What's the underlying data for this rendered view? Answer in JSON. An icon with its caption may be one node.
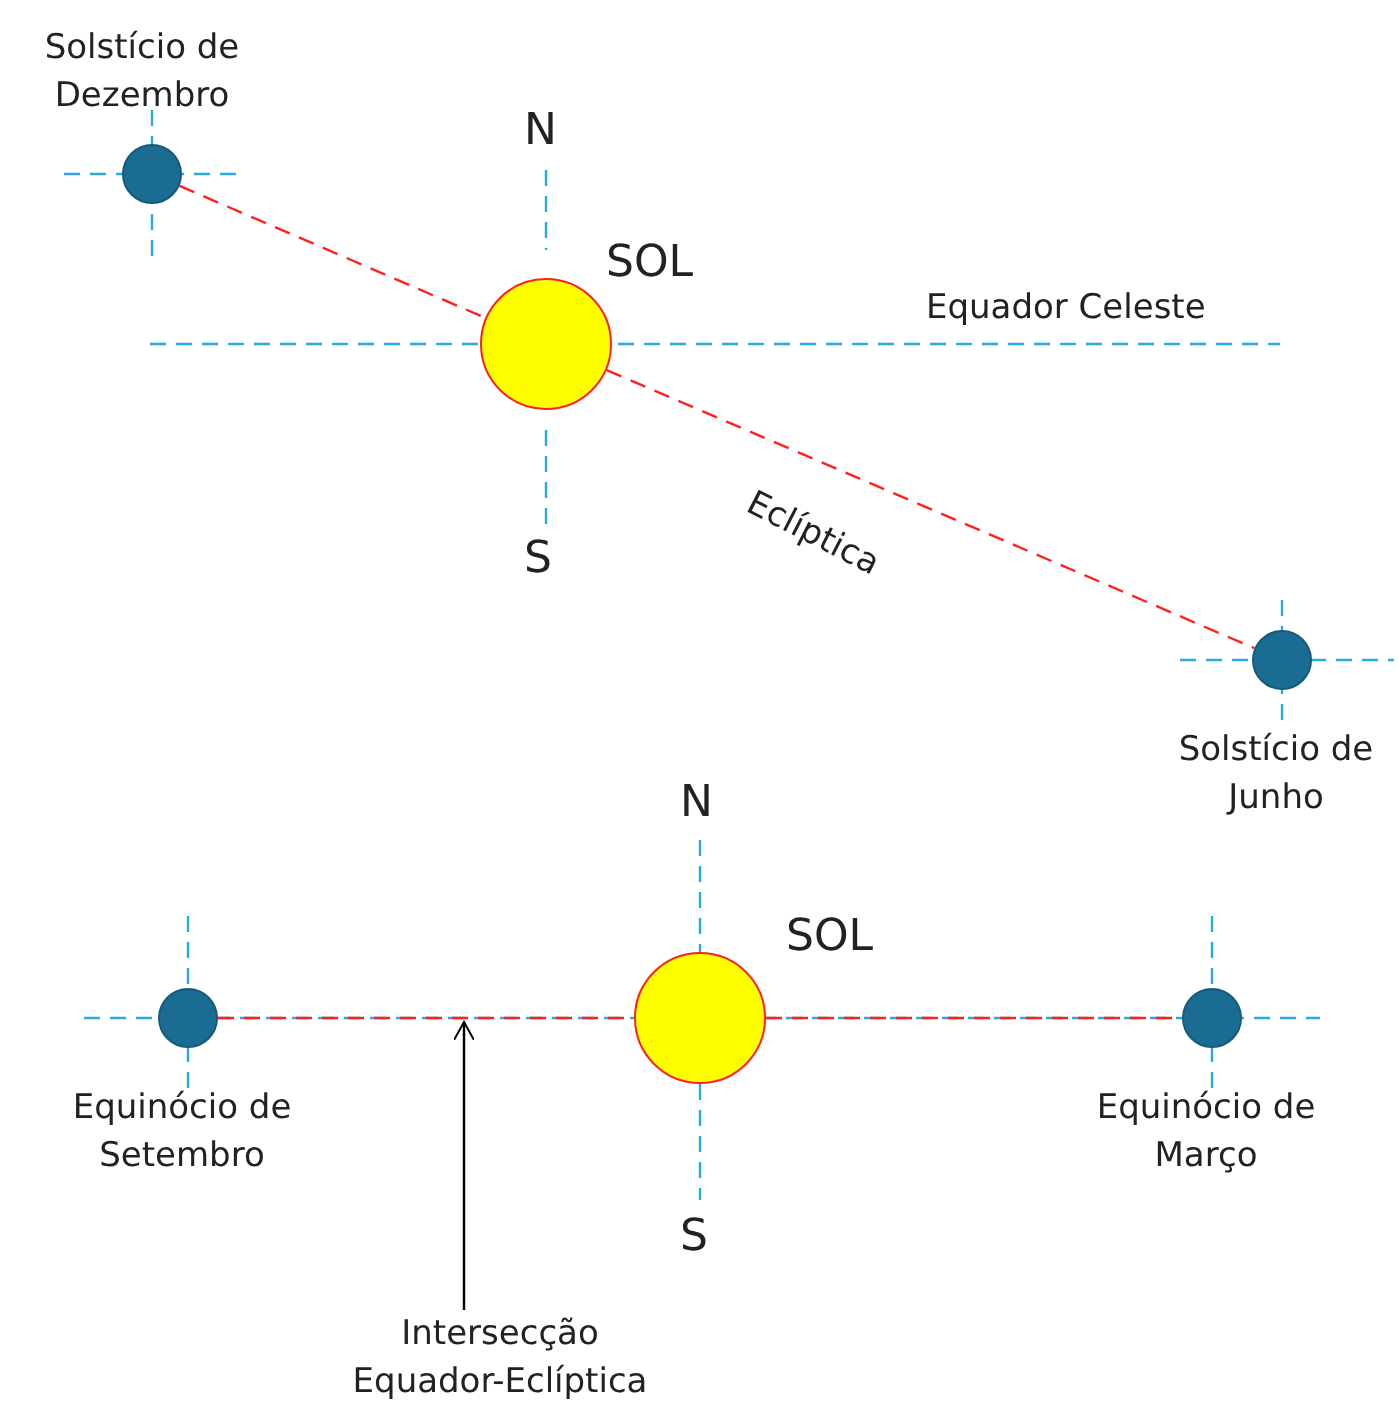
{
  "diagram": {
    "nodes": [
      {
        "text": [],
        "shape": "circle",
        "beside": [
          "SOL"
        ]
      },
      {
        "text": [],
        "shape": "circle",
        "beside": [
          "Solstício de Dezembro"
        ]
      },
      {
        "text": [],
        "shape": "circle",
        "beside": [
          "Solstício de Junho"
        ]
      },
      {
        "text": [],
        "shape": "circle",
        "beside": [
          "Equinócio de Setembro"
        ]
      },
      {
        "text": [],
        "shape": "circle",
        "beside": [
          "SOL"
        ]
      },
      {
        "text": [],
        "shape": "circle",
        "beside": [
          "Equinócio de Março"
        ]
      },
      {
        "text": [
          "Intersecção Equador-Eclíptica"
        ]
      }
    ],
    "edges": [
      {
        "from": 1,
        "to": 0,
        "arrow": "none",
        "style": "dashed"
      },
      {
        "from": 0,
        "to": 2,
        "arrow": "none",
        "style": "dashed"
      },
      {
        "from": 3,
        "to": 4,
        "arrow": "none",
        "style": "dashed"
      },
      {
        "from": 4,
        "to": 5,
        "arrow": "none",
        "style": "dashed"
      },
      {
        "from": 6,
        "to": null,
        "arrow": "to",
        "color": "#000000"
      }
    ],
    "labels": [
      "N",
      "Equador Celeste",
      "Eclíptica",
      "S",
      "N",
      "S"
    ]
  }
}
